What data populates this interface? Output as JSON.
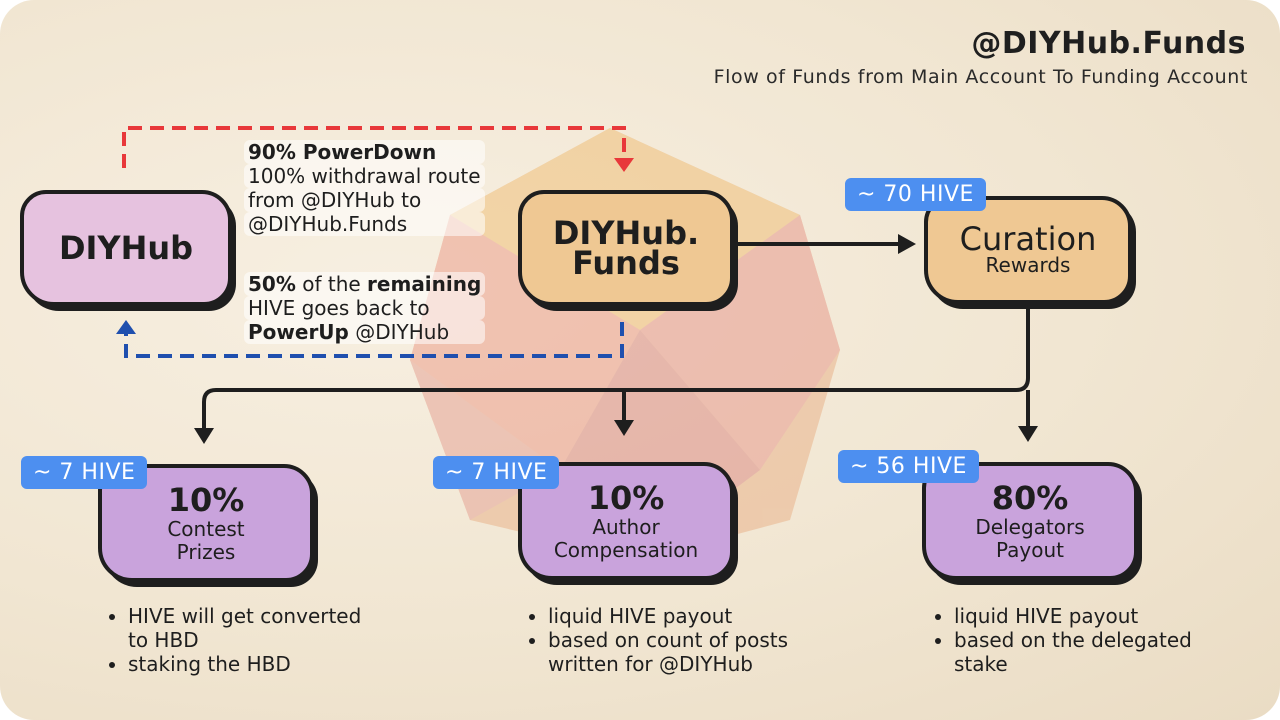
{
  "header": {
    "title": "@DIYHub.Funds",
    "subtitle": "Flow of Funds from Main Account To Funding Account"
  },
  "nodes": {
    "diyhub": "DIYHub",
    "funds_line1": "DIYHub.",
    "funds_line2": "Funds",
    "curation_title": "Curation",
    "curation_sub": "Rewards"
  },
  "notes": {
    "powerdown_title": "90% PowerDown",
    "powerdown_line1": "100% withdrawal route",
    "powerdown_line2": "from @DIYHub to",
    "powerdown_line3": "@DIYHub.Funds",
    "powerup_pct": "50%",
    "powerup_mid": " of the ",
    "powerup_remaining": "remaining",
    "powerup_line2": "HIVE goes back to",
    "powerup_bold": "PowerUp",
    "powerup_account": " @DIYHub"
  },
  "badges": {
    "curation": "~ 70 HIVE",
    "contest": "~ 7 HIVE",
    "author": "~ 7 HIVE",
    "delegators": "~ 56 HIVE"
  },
  "payouts": [
    {
      "pct": "10%",
      "line1": "Contest",
      "line2": "Prizes",
      "bullets": [
        "HIVE will get converted to HBD",
        "staking the HBD"
      ]
    },
    {
      "pct": "10%",
      "line1": "Author",
      "line2": "Compensation",
      "bullets": [
        "liquid HIVE payout",
        "based on count of posts written for @DIYHub"
      ]
    },
    {
      "pct": "80%",
      "line1": "Delegators",
      "line2": "Payout",
      "bullets": [
        "liquid HIVE payout",
        "based on the delegated stake"
      ]
    }
  ],
  "colors": {
    "pink_box": "#e6c2df",
    "orange_box": "#efc893",
    "purple_box": "#c9a3dc",
    "badge": "#4d8ff0",
    "red_route": "#e8383a",
    "blue_route": "#1f4fae"
  }
}
